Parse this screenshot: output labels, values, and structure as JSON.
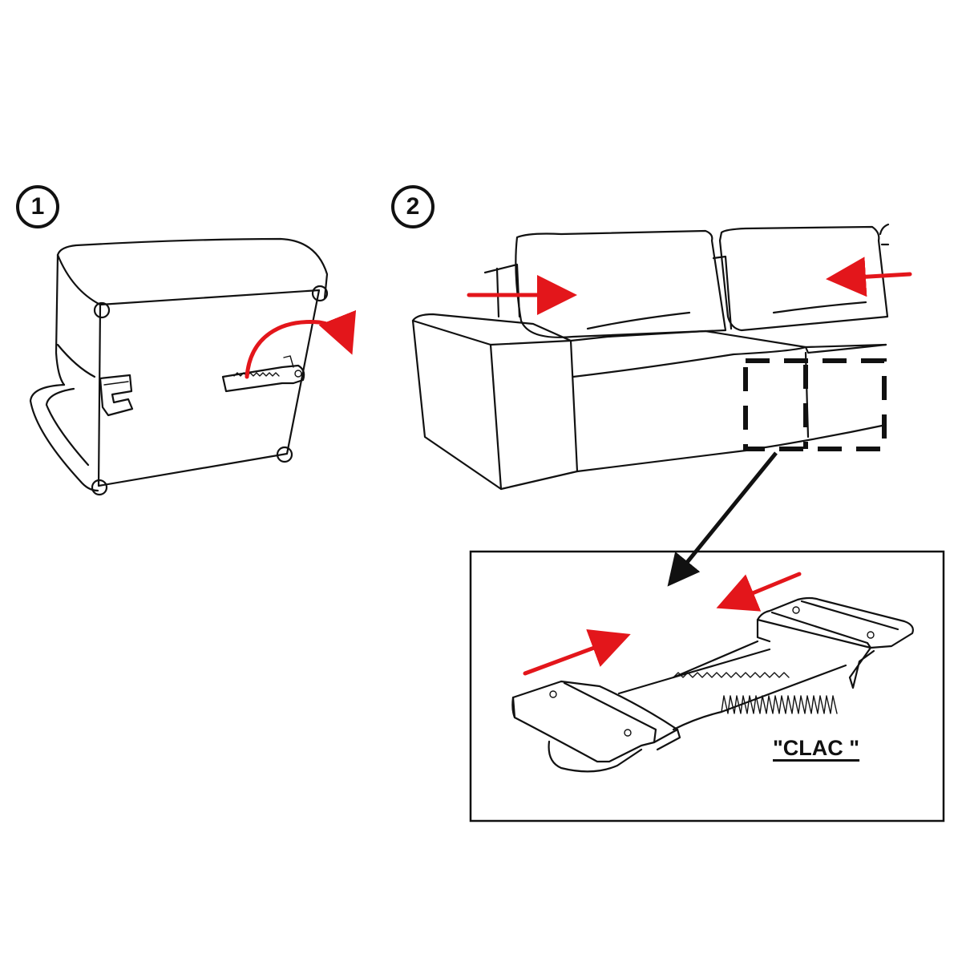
{
  "steps": [
    {
      "number": "1"
    },
    {
      "number": "2"
    }
  ],
  "detail": {
    "sound_label": "\"CLAC \""
  },
  "colors": {
    "arrow": "#e3161b",
    "line": "#111111",
    "background": "#ffffff"
  }
}
